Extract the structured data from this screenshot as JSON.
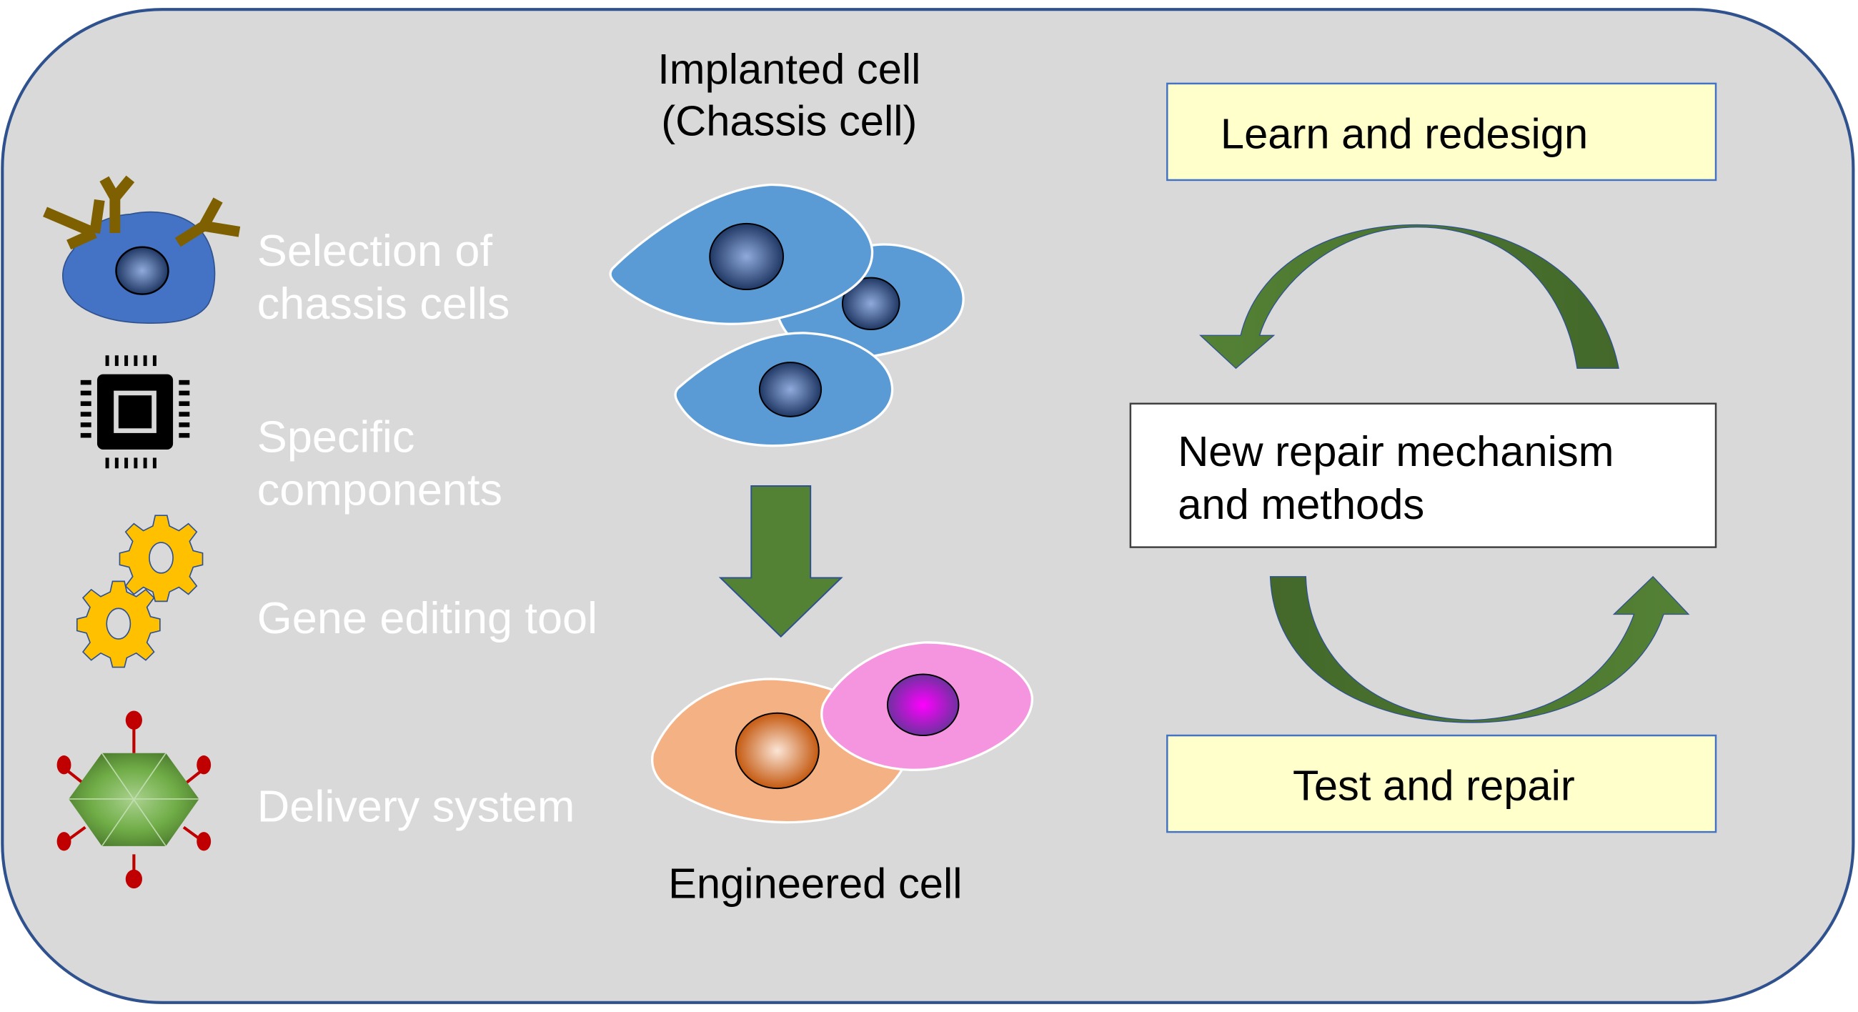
{
  "diagram": {
    "left_items": [
      {
        "icon": "chassis-cell-icon",
        "lines": [
          "Selection of",
          "chassis cells"
        ]
      },
      {
        "icon": "microchip-icon",
        "lines": [
          "Specific",
          "components"
        ]
      },
      {
        "icon": "gears-icon",
        "lines": [
          "Gene editing tool"
        ]
      },
      {
        "icon": "virus-capsid-icon",
        "lines": [
          "Delivery system"
        ]
      }
    ],
    "center": {
      "top_label_lines": [
        "Implanted cell",
        "(Chassis cell)"
      ],
      "arrow": "down-arrow-icon",
      "bottom_label": "Engineered cell"
    },
    "cycle": {
      "top_box": "Learn and redesign",
      "middle_box_lines": [
        "New repair mechanism",
        "and methods"
      ],
      "bottom_box": "Test and repair"
    },
    "colors": {
      "background": "#d9d9d9",
      "frame_border": "#2f528f",
      "label_white": "#ffffff",
      "yellow_box": "#ffffcc",
      "yellow_box_border": "#4472c4",
      "arrow_green": "#548235",
      "arrow_dark_green": "#466b2c",
      "implanted_cell": "#5b9bd5",
      "nucleus_dark": "#203864",
      "engineered_cell_orange": "#f4b183",
      "engineered_nucleus_orange": "#c55a11",
      "engineered_cell_pink": "#f595e0",
      "engineered_nucleus_purple": "#7030a0",
      "gear_yellow": "#ffc000",
      "capsid_green": "#70ad47",
      "spike_red": "#c00000",
      "antibody_brown": "#7f6000",
      "chassis_cell_blue": "#4472c4"
    }
  }
}
